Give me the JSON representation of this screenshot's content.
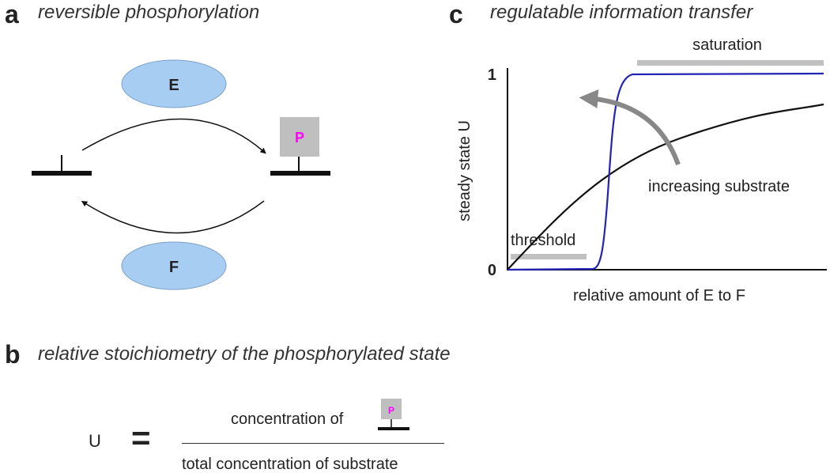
{
  "panel_a": {
    "letter": "a",
    "title": "reversible phosphorylation",
    "enzyme_top": "E",
    "enzyme_bottom": "F",
    "phospho_label": "P",
    "colors": {
      "enzyme_fill": "#a8cdf2",
      "phospho_box": "#bfbfbf",
      "phospho_text": "#ff00ff"
    }
  },
  "panel_b": {
    "letter": "b",
    "title": "relative stoichiometry of the phosphorylated state",
    "lhs": "U",
    "equals": "=",
    "numerator": "concentration of",
    "phospho_label": "P",
    "denominator": "total concentration of substrate"
  },
  "panel_c": {
    "letter": "c",
    "title": "regulatable information transfer",
    "ylabel": "steady state U",
    "xlabel": "relative amount of E to F",
    "y_tick_top": "1",
    "y_tick_bottom": "0",
    "saturation": "saturation",
    "threshold": "threshold",
    "arrow_label": "increasing substrate",
    "colors": {
      "sigmoid": "#2323b5",
      "hyperbolic": "#111111",
      "bar": "#c0c0c0",
      "arrow": "#888888"
    }
  }
}
